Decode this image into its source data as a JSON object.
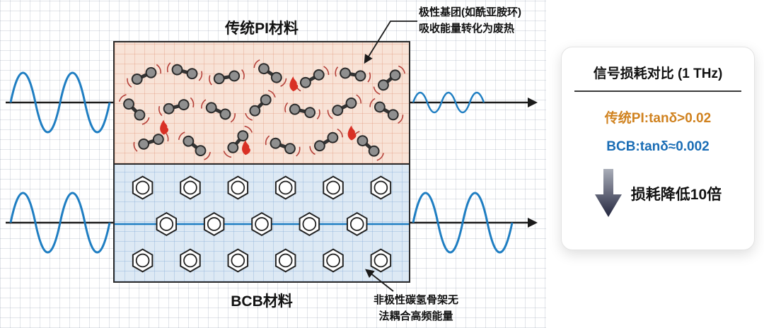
{
  "diagram": {
    "top_box": {
      "label": "传统PI材料",
      "annotation_line1": "极性基团(如酰亚胺环)",
      "annotation_line2": "吸收能量转化为废热"
    },
    "bottom_box": {
      "label": "BCB材料",
      "annotation_line1": "非极性碳氢骨架无",
      "annotation_line2": "法耦合高频能量"
    }
  },
  "panel": {
    "title": "信号损耗对比 (1 THz)",
    "pi_loss": "传统PI:tanδ>0.02",
    "bcb_loss": "BCB:tanδ≈0.002",
    "result": "损耗降低10倍"
  },
  "colors": {
    "pi_text": "#d0821f",
    "bcb_text": "#1a6db5",
    "wave_blue": "#1f7ec2",
    "pi_box_bg": "#f8e3d7",
    "bcb_box_bg": "#dde9f4",
    "flame_red": "#d93025",
    "arrow_dark": "#23263f"
  }
}
